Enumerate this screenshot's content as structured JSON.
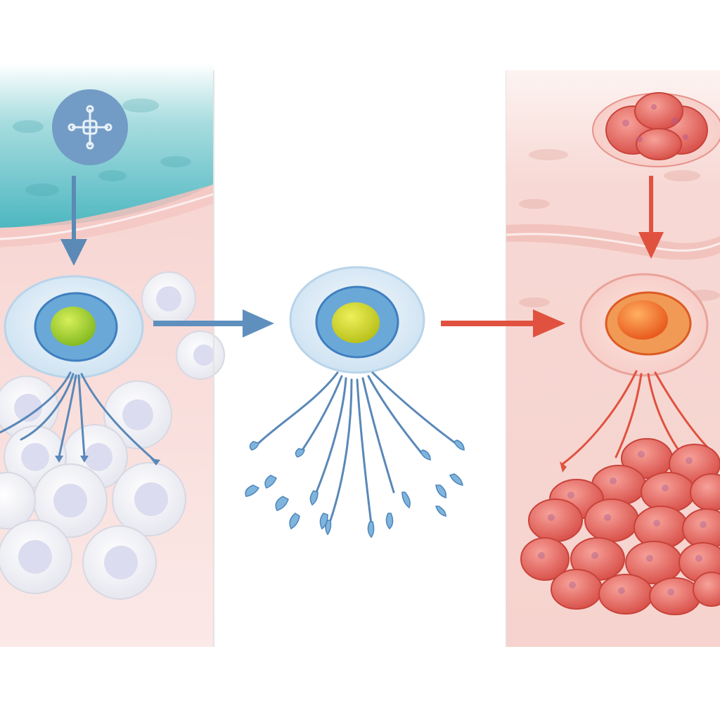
{
  "diagram": {
    "type": "cell-signaling-illustration",
    "panels": [
      {
        "id": "left",
        "theme": "normal-tissue",
        "colors": {
          "top": "#5fc0c8",
          "tissue": "#f6d4d0",
          "cell": "#e6f1fa",
          "nucleus": "#9fcb36",
          "arrow": "#5a8ab5"
        }
      },
      {
        "id": "center",
        "theme": "isolated-cell",
        "colors": {
          "background": "#ffffff",
          "cell": "#e6f1fa",
          "nucleus": "#c6d330",
          "arrow": "#5a8ab5"
        }
      },
      {
        "id": "right",
        "theme": "activated-tissue",
        "colors": {
          "tissue": "#f5cfca",
          "cell": "#fbe2de",
          "nucleus": "#f07a2c",
          "cluster": "#e8706a",
          "arrow": "#e0523f"
        }
      }
    ],
    "icons": [
      "receptor-icon",
      "tumor-cluster-icon"
    ],
    "title_text": ""
  }
}
